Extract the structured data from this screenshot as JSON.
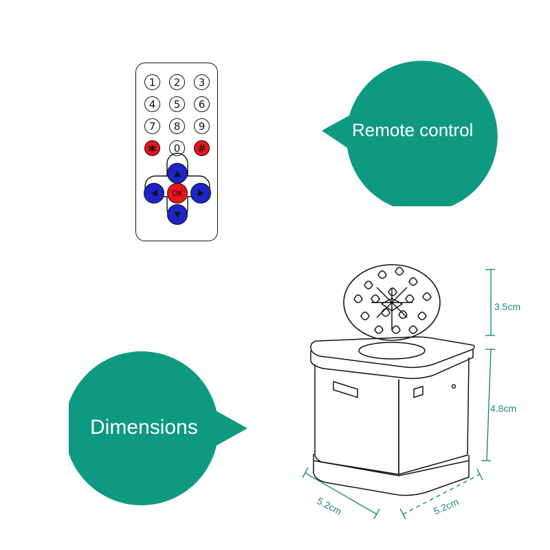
{
  "remote": {
    "keys": [
      "1",
      "2",
      "3",
      "4",
      "5",
      "6",
      "7",
      "8",
      "9",
      "*",
      "0",
      "#"
    ],
    "ok_label": "OK",
    "colors": {
      "red": "#e8151a",
      "blue": "#1d24c8"
    }
  },
  "bubbles": {
    "remote_label": "Remote control",
    "dimensions_label": "Dimensions",
    "color": "#0e9a80"
  },
  "dimensions": {
    "flower_height": "3.5cm",
    "box_height": "4.8cm",
    "width_left": "5.2cm",
    "width_right": "5.2cm"
  }
}
